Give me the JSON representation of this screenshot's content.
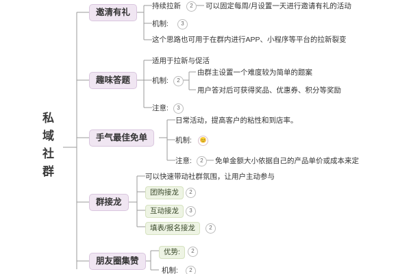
{
  "diagram": {
    "type": "mindmap",
    "root": {
      "label": "私域社群",
      "chars": [
        "私",
        "域",
        "社",
        "群"
      ]
    },
    "branches": [
      {
        "label": "邀清有礼",
        "sub": [
          {
            "label": "持续拉新",
            "bubble": "2",
            "leaves": [
              "可以固定每周/月设置一天进行邀请有礼的活动"
            ]
          },
          {
            "label": "机制:",
            "bubble": "3",
            "leaves": []
          },
          {
            "label": "",
            "bubble": "",
            "leaves": [
              "这个思路也可用于在群内进行APP、小程序等平台的拉新裂变"
            ]
          }
        ]
      },
      {
        "label": "趣味答题",
        "sub": [
          {
            "label": "",
            "bubble": "",
            "leaves": [
              "适用于拉新与促活"
            ]
          },
          {
            "label": "机制:",
            "bubble": "2",
            "leaves": [
              "由群主设置一个难度较为简单的题案",
              "用户答对后可获得奖品、优惠券、积分等奖励"
            ]
          },
          {
            "label": "注意:",
            "bubble": "3",
            "leaves": []
          }
        ]
      },
      {
        "label": "手气最佳免单",
        "sub": [
          {
            "label": "",
            "bubble": "",
            "leaves": [
              "日常活动，提高客户的粘性和到店率。"
            ]
          },
          {
            "label": "机制:",
            "bubble": "😊",
            "leaves": []
          },
          {
            "label": "注意:",
            "bubble": "2",
            "leaves": [
              "免单金额大小依据自己的产品单价或成本来定"
            ]
          }
        ]
      },
      {
        "label": "群接龙",
        "sub": [
          {
            "label": "",
            "bubble": "",
            "leaves": [
              "可以快速带动社群氛围，让用户主动参与"
            ]
          },
          {
            "label": "团购接龙",
            "bubble": "2",
            "leaves": []
          },
          {
            "label": "互动接龙",
            "bubble": "3",
            "leaves": []
          },
          {
            "label": "填表/报名接龙",
            "bubble": "2",
            "leaves": []
          }
        ]
      },
      {
        "label": "朋友圈集赞",
        "sub": [
          {
            "label": "优势:",
            "bubble": "2",
            "leaves": []
          },
          {
            "label": "机制:",
            "bubble": "2",
            "leaves": []
          }
        ]
      }
    ]
  },
  "colors": {
    "level1_fill": "#f0e6f2",
    "level1_border": "#d9c6de",
    "level2_fill": "#eef4e4",
    "level2_border": "#d6e2c0",
    "line": "#9a9a9a",
    "text": "#333333"
  }
}
